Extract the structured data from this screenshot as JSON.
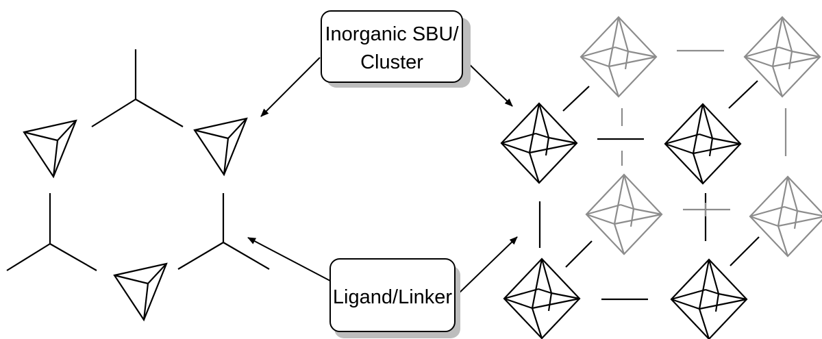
{
  "labels": {
    "sbu_line1": "Inorganic SBU/",
    "sbu_line2": "Cluster",
    "linker": "Ligand/Linker"
  },
  "colors": {
    "foreground": "#000000",
    "faded": "#8c8c8c",
    "box_shadow": "#bdbdbd",
    "background": "#ffffff"
  }
}
